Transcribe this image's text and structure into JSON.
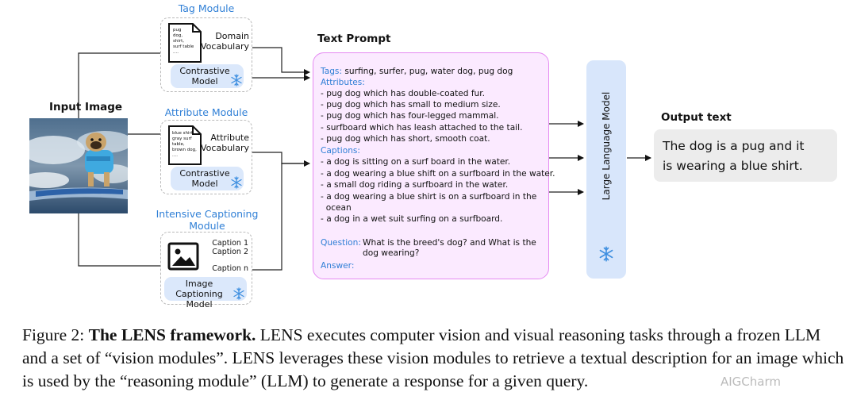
{
  "diagram": {
    "input_image_title": "Input Image",
    "tag_module": {
      "title": "Tag Module",
      "doc_lines": [
        "pug",
        "dog,",
        "shirt,",
        "surf table",
        "...."
      ],
      "vocab_lines": [
        "Domain",
        "Vocabulary"
      ],
      "model_lines": [
        "Contrastive",
        "Model"
      ]
    },
    "attribute_module": {
      "title": "Attribute Module",
      "doc_lines": [
        "blue shirt,",
        "gray surf",
        "table,",
        "brown dog,",
        "...."
      ],
      "vocab_lines": [
        "Attribute",
        "Vocabulary"
      ],
      "model_lines": [
        "Contrastive",
        "Model"
      ]
    },
    "captioning_module": {
      "title_lines": [
        "Intensive Captioning",
        "Module"
      ],
      "captions": [
        "Caption 1",
        "Caption 2",
        "Caption n"
      ],
      "model_lines": [
        "Image Captioning",
        "Model"
      ]
    },
    "text_prompt": {
      "title": "Text Prompt",
      "tags_label": "Tags:",
      "tags_value": "surfing, surfer, pug, water dog, pug dog",
      "attributes_label": "Attributes:",
      "attributes": [
        "- pug dog which has double-coated fur.",
        "- pug dog which has small to medium size.",
        "- pug dog which has four-legged mammal.",
        "- surfboard which has leash attached to the tail.",
        "- pug dog which has short, smooth coat."
      ],
      "captions_label": "Captions:",
      "captions": [
        "- a dog is sitting on a surf board in the water.",
        "- a dog wearing a blue shift on a surfboard in the water.",
        "- a small dog riding a surfboard in the water.",
        "- a dog wearing a blue shirt is on a surfboard in the",
        "  ocean",
        "- a dog in a wet suit surfing on a surfboard."
      ],
      "question_label": "Question:",
      "question_lines": [
        "What is the breed's dog? and What is the",
        "dog wearing?"
      ],
      "answer_label": "Answer:"
    },
    "llm_label": "Large Language Model",
    "output": {
      "title": "Output text",
      "lines": [
        "The dog is a pug and it",
        "is wearing a blue shirt."
      ]
    }
  },
  "caption": {
    "prefix": "Figure 2: ",
    "bold": "The LENS framework.",
    "text": " LENS executes computer vision and visual reasoning tasks through a frozen LLM and a set of “vision modules”. LENS leverages these vision modules to retrieve a textual description for an image which is used by the “reasoning module” (LLM) to generate a response for a given query."
  },
  "watermark": "AIGCharm",
  "colors": {
    "module_title": "#2f7fd6",
    "prompt_bg": "#fbeaff",
    "prompt_border": "#e58af2",
    "llm_bg": "#d8e6fb",
    "model_pill": "#dbe8fb",
    "output_bg": "#ececec"
  },
  "icons": [
    "document-icon",
    "snowflake-icon",
    "image-icon",
    "dog-surfing-photo"
  ]
}
